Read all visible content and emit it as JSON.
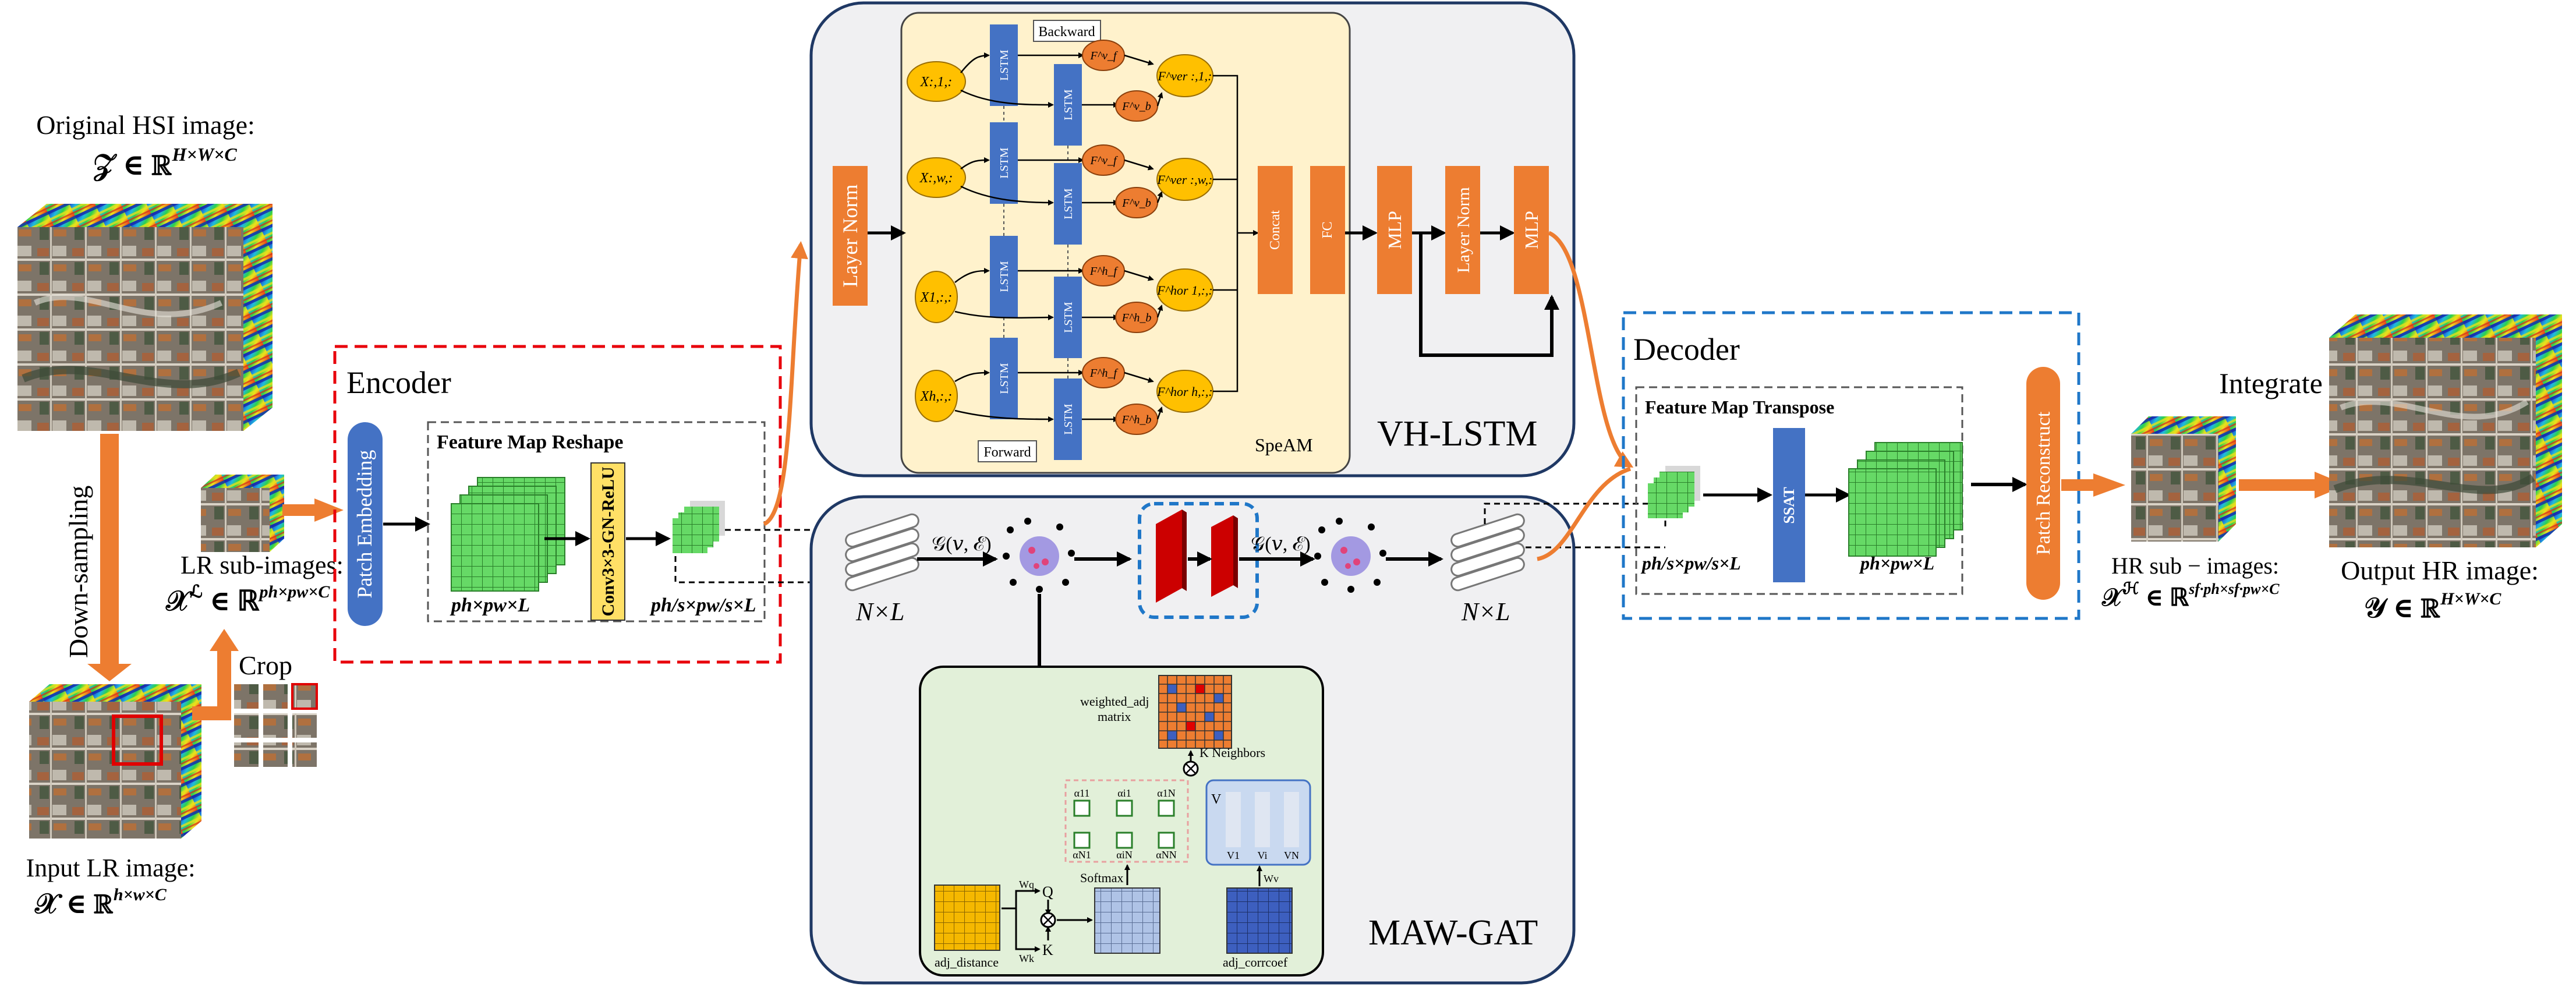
{
  "left": {
    "original_title": "Original HSI image:",
    "original_formula": "𝒵 ∈ ℝ",
    "original_sup": "H×W×C",
    "downsampling": "Down-sampling",
    "crop": "Crop",
    "lr_title": "LR sub-images:",
    "lr_formula": "𝒳",
    "lr_formula_sup1": "ℒ",
    "lr_formula_mid": " ∈ ℝ",
    "lr_formula_sup2": "ph×pw×C",
    "input_title": "Input LR image:",
    "input_formula": "𝒳 ∈ ℝ",
    "input_sup": "h×w×C"
  },
  "encoder": {
    "title": "Encoder",
    "patch_embedding": "Patch Embedding",
    "reshape_title": "Feature Map Reshape",
    "conv": "Conv3×3-GN-ReLU",
    "dim1": "ph×pw×L",
    "dim2": "ph/s×pw/s×L"
  },
  "vh_lstm": {
    "title": "VH-LSTM",
    "spe_am": "SpeAM",
    "backward": "Backward",
    "forward": "Forward",
    "lstm": "LSTM",
    "layer_norm": "Layer Norm",
    "concat": "Concat",
    "fc": "FC",
    "mlp": "MLP",
    "x_nodes": [
      "X:,1,:",
      "X:,w,:",
      "X1,:,:",
      "Xh,:,:"
    ],
    "f_outputs": [
      "F^ver :,1,:",
      "F^ver :,w,:",
      "F^hor 1,:,:",
      "F^hor h,:,:"
    ],
    "f_small": [
      "F^v_f",
      "F^v_b",
      "F^v_f",
      "F^v_b",
      "F^h_f",
      "F^h_b",
      "F^h_f",
      "F^h_b"
    ]
  },
  "graph": {
    "g_label_1": "𝒢(𝑣, ℰ)",
    "g_label_2": "𝒢(𝑣, ℰ)",
    "nxl_1": "N×L",
    "nxl_2": "N×L"
  },
  "maw_gat": {
    "title": "MAW-GAT",
    "weighted_adj": "weighted_adj",
    "matrix": "matrix",
    "k_neighbors": "K Neighbors",
    "softmax": "Softmax",
    "adj_distance": "adj_distance",
    "adj_corrcoef": "adj_corrcoef",
    "wq": "Wq",
    "wk": "Wk",
    "wv": "Wv",
    "q": "Q",
    "k": "K",
    "v": "V",
    "v1": "V1",
    "vi": "Vi",
    "vn": "VN",
    "alpha_labels": [
      "α11",
      "αi1",
      "αN1",
      "α1N",
      "αiN",
      "αNN"
    ]
  },
  "decoder": {
    "title": "Decoder",
    "transpose_title": "Feature Map Transpose",
    "ssat": "SSAT",
    "dim1": "ph/s×pw/s×L",
    "dim2": "ph×pw×L",
    "patch_reconstruct": "Patch Reconstruct"
  },
  "right": {
    "integrate": "Integrate",
    "hr_title": "HR sub − images:",
    "hr_formula": "𝒳",
    "hr_sup1": "ℋ",
    "hr_mid": " ∈ ℝ",
    "hr_sup2": "sf·ph×sf·pw×C",
    "output_title": "Output HR image:",
    "output_formula": "𝒴 ∈ ℝ",
    "output_sup": "H×W×C"
  },
  "colors": {
    "orange": "#ED7D31",
    "blue": "#4472C4",
    "green": "#5FD35F",
    "red_dash": "#E8000B",
    "blue_dash": "#1F77C8",
    "lstm_blue": "#4472C4",
    "yellow": "#FFC000"
  }
}
